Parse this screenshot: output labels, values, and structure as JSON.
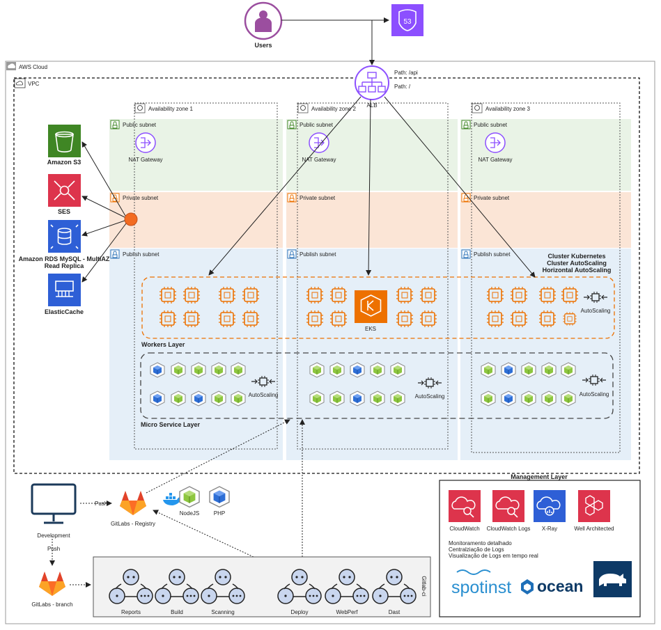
{
  "users": {
    "label": "Users"
  },
  "route53": {
    "badge": "53"
  },
  "cloud": {
    "label": "AWS Cloud"
  },
  "vpc": {
    "label": "VPC"
  },
  "alb": {
    "label": "ALB",
    "path_api": "Path: /api",
    "path_root": "Path: /"
  },
  "zones": [
    {
      "label": "Availability zone 1"
    },
    {
      "label": "Availability zone 2"
    },
    {
      "label": "Availability zone 3"
    }
  ],
  "subnets": {
    "public": "Public subnet",
    "private": "Private subnet",
    "publish": "Publish subnet"
  },
  "nat": {
    "label": "NAT Gateway"
  },
  "services": [
    {
      "label": "Amazon S3"
    },
    {
      "label": "SES"
    },
    {
      "label": "Amazon RDS MySQL - MultiAZ",
      "label2": "Read Replica"
    },
    {
      "label": "ElasticCache"
    }
  ],
  "cluster": {
    "line1": "Cluster Kubernetes",
    "line2": "Cluster AutoScaling",
    "line3": "Horizontal AutoScaling"
  },
  "eks": {
    "label": "EKS"
  },
  "autoscaling": {
    "label": "AutoScaling"
  },
  "layers": {
    "workers": "Workers Layer",
    "micro": "Micro Service Layer"
  },
  "dev": {
    "development": "Development",
    "push1": "Push",
    "push2": "Push",
    "registry": "GitLabs - Registry",
    "branch": "GitLabs - branch",
    "nodejs": "NodeJS",
    "php": "PHP"
  },
  "pipeline": {
    "title": "Gitlab-ci",
    "stages": [
      "Reports",
      "Build",
      "Scanning",
      "Deploy",
      "WebPerf",
      "Dast"
    ]
  },
  "management": {
    "title": "Management Layer",
    "tools": [
      "CloudWatch",
      "CloudWatch Logs",
      "X-Ray",
      "Well Architected"
    ],
    "notes": [
      "Monitoramento detalhado",
      "Centralziação de Logs",
      "Visualização de Logs em tempo real"
    ],
    "spotinst": "spotinst",
    "ocean": "ocean"
  },
  "colors": {
    "purple": "#8C4FFF",
    "green": "#3F8624",
    "pink": "#DD344C",
    "blue": "#2E5FD6",
    "orange": "#ED7100",
    "publicBg": "#E9F3E6",
    "privateBg": "#FBE5D6",
    "publishBg": "#E5EFF8",
    "spot": "#2A8FD0",
    "navy": "#0E3A66"
  }
}
